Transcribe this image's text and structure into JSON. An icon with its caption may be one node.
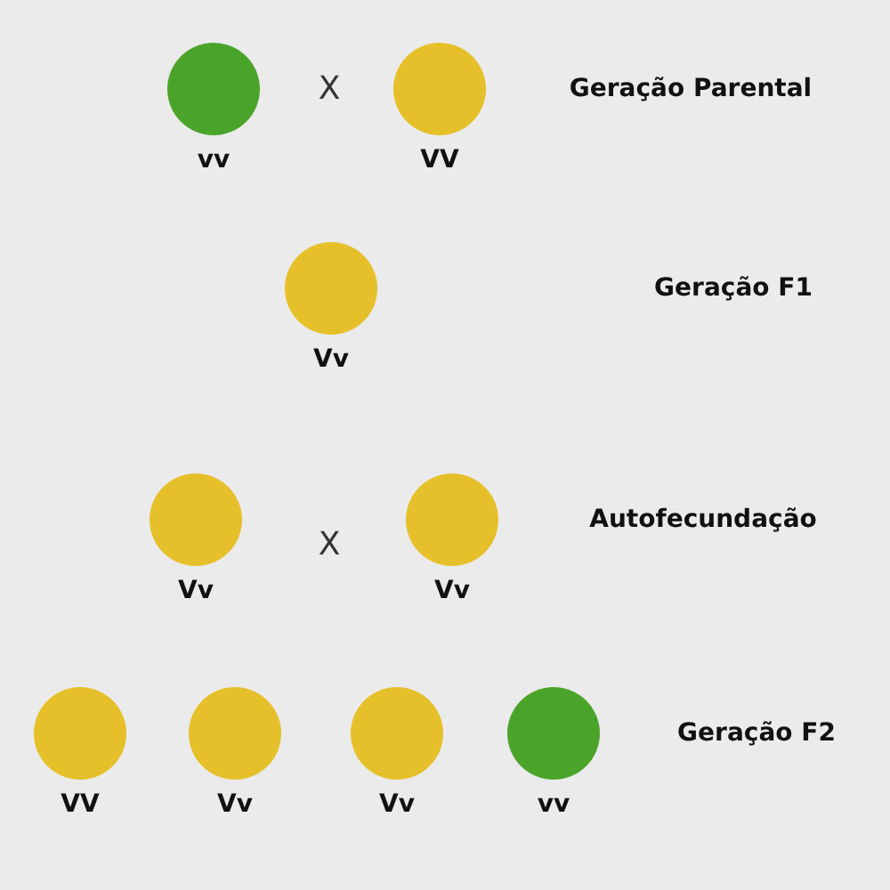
{
  "diagram": {
    "nodes": [
      {
        "text": [],
        "shape": "circle",
        "beside": [
          "vv"
        ]
      },
      {
        "text": [],
        "shape": "circle",
        "beside": [
          "VV"
        ]
      },
      {
        "text": [],
        "shape": "circle",
        "beside": [
          "Vv"
        ]
      },
      {
        "text": [],
        "shape": "circle",
        "beside": [
          "Vv"
        ]
      },
      {
        "text": [],
        "shape": "circle",
        "beside": [
          "Vv"
        ]
      },
      {
        "text": [],
        "shape": "circle",
        "beside": [
          "VV"
        ]
      },
      {
        "text": [],
        "shape": "circle",
        "beside": [
          "Vv"
        ]
      },
      {
        "text": [],
        "shape": "circle",
        "beside": [
          "Vv"
        ]
      },
      {
        "text": [],
        "shape": "circle",
        "beside": [
          "vv"
        ]
      }
    ],
    "labels": [
      "X",
      "Geração Parental",
      "Geração F1",
      "X",
      "Autofecundação",
      "Geração F2"
    ]
  }
}
